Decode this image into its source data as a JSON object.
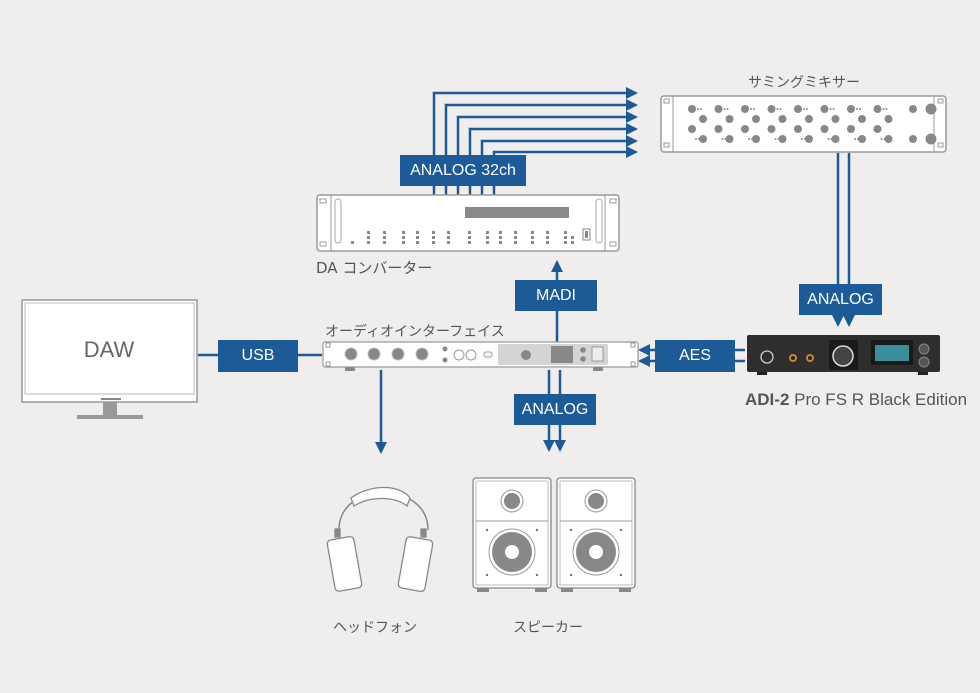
{
  "devices": {
    "summing_mixer": "サミングミキサー",
    "da_converter": "DA コンバーター",
    "audio_interface": "オーディオインターフェイス",
    "daw": "DAW",
    "adi2_model_bold": "ADI-2",
    "adi2_model_rest": " Pro FS R Black Edition",
    "headphones": "ヘッドフォン",
    "speakers": "スピーカー"
  },
  "connections": {
    "analog_32ch": "ANALOG 32ch",
    "madi": "MADI",
    "usb": "USB",
    "aes": "AES",
    "analog_mixer_to_adi": "ANALOG",
    "analog_to_speakers": "ANALOG"
  },
  "colors": {
    "background": "#efeeec",
    "connector_blue": "#1d5a98",
    "device_outline": "#9a9a9a",
    "device_fill": "#ffffff",
    "device_dark": "#2e2e2e"
  }
}
